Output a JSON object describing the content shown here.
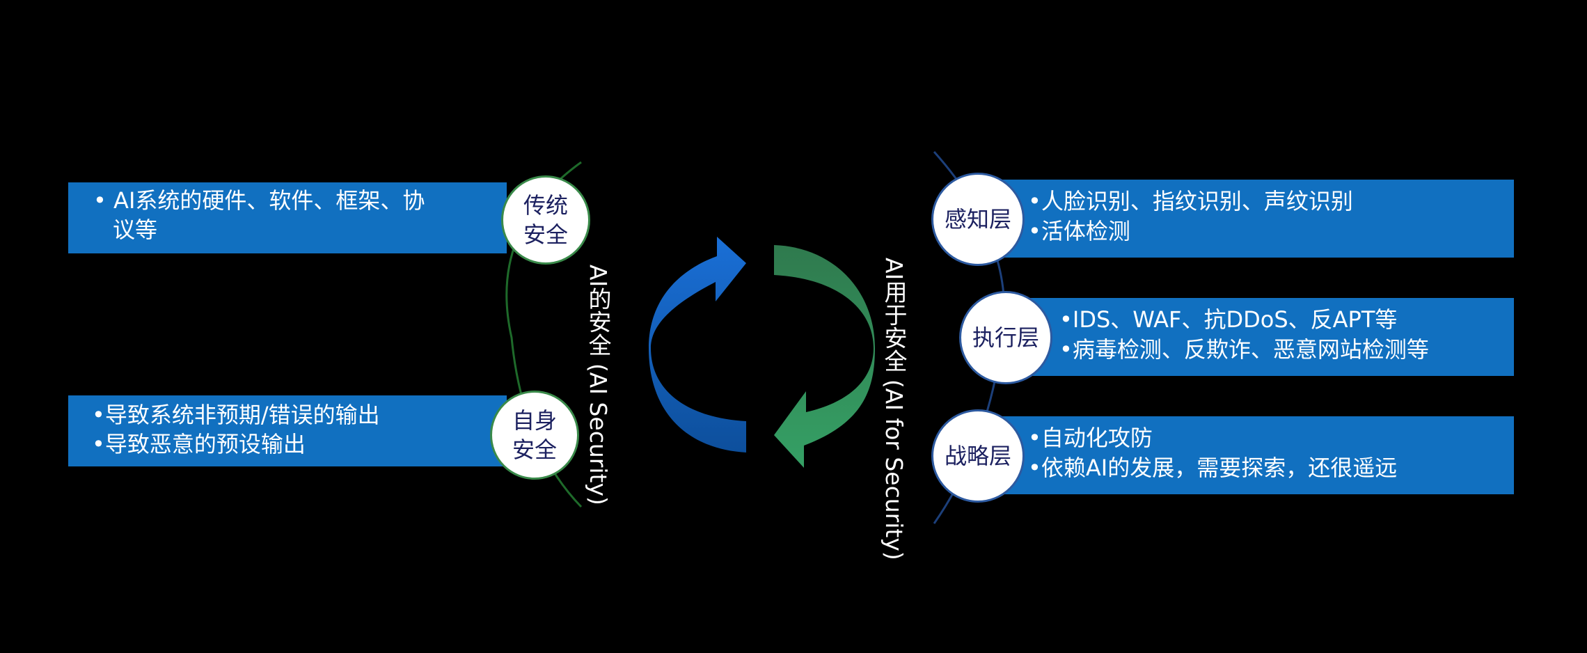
{
  "left": {
    "caption_line1": "AI的安全",
    "caption_line2": "(AI Security)",
    "items": [
      {
        "circle_line1": "传统",
        "circle_line2": "安全",
        "text_line1": "• AI系统的硬件、软件、框架、协",
        "text_line2": "议等"
      },
      {
        "circle_line1": "自身",
        "circle_line2": "安全",
        "text_line1": "•导致系统非预期/错误的输出",
        "text_line2": "•导致恶意的预设输出"
      }
    ]
  },
  "right": {
    "caption_line1": "AI用于安全",
    "caption_line2": "(AI for Security)",
    "items": [
      {
        "circle": "感知层",
        "text_line1": "•人脸识别、指纹识别、声纹识别",
        "text_line2": "•活体检测"
      },
      {
        "circle": "执行层",
        "text_line1": "•IDS、WAF、抗DDoS、反APT等",
        "text_line2": "•病毒检测、反欺诈、恶意网站检测等"
      },
      {
        "circle": "战略层",
        "text_line1": "•自动化攻防",
        "text_line2": "•依赖AI的发展，需要探索，还很遥远"
      }
    ]
  },
  "colors": {
    "background": "#000000",
    "bar": "#1170c0",
    "arrow_blue": "#1565c8",
    "arrow_green": "#2e8b57",
    "arc_green": "#1e6a2a",
    "arc_blue": "#1c3f7a"
  }
}
